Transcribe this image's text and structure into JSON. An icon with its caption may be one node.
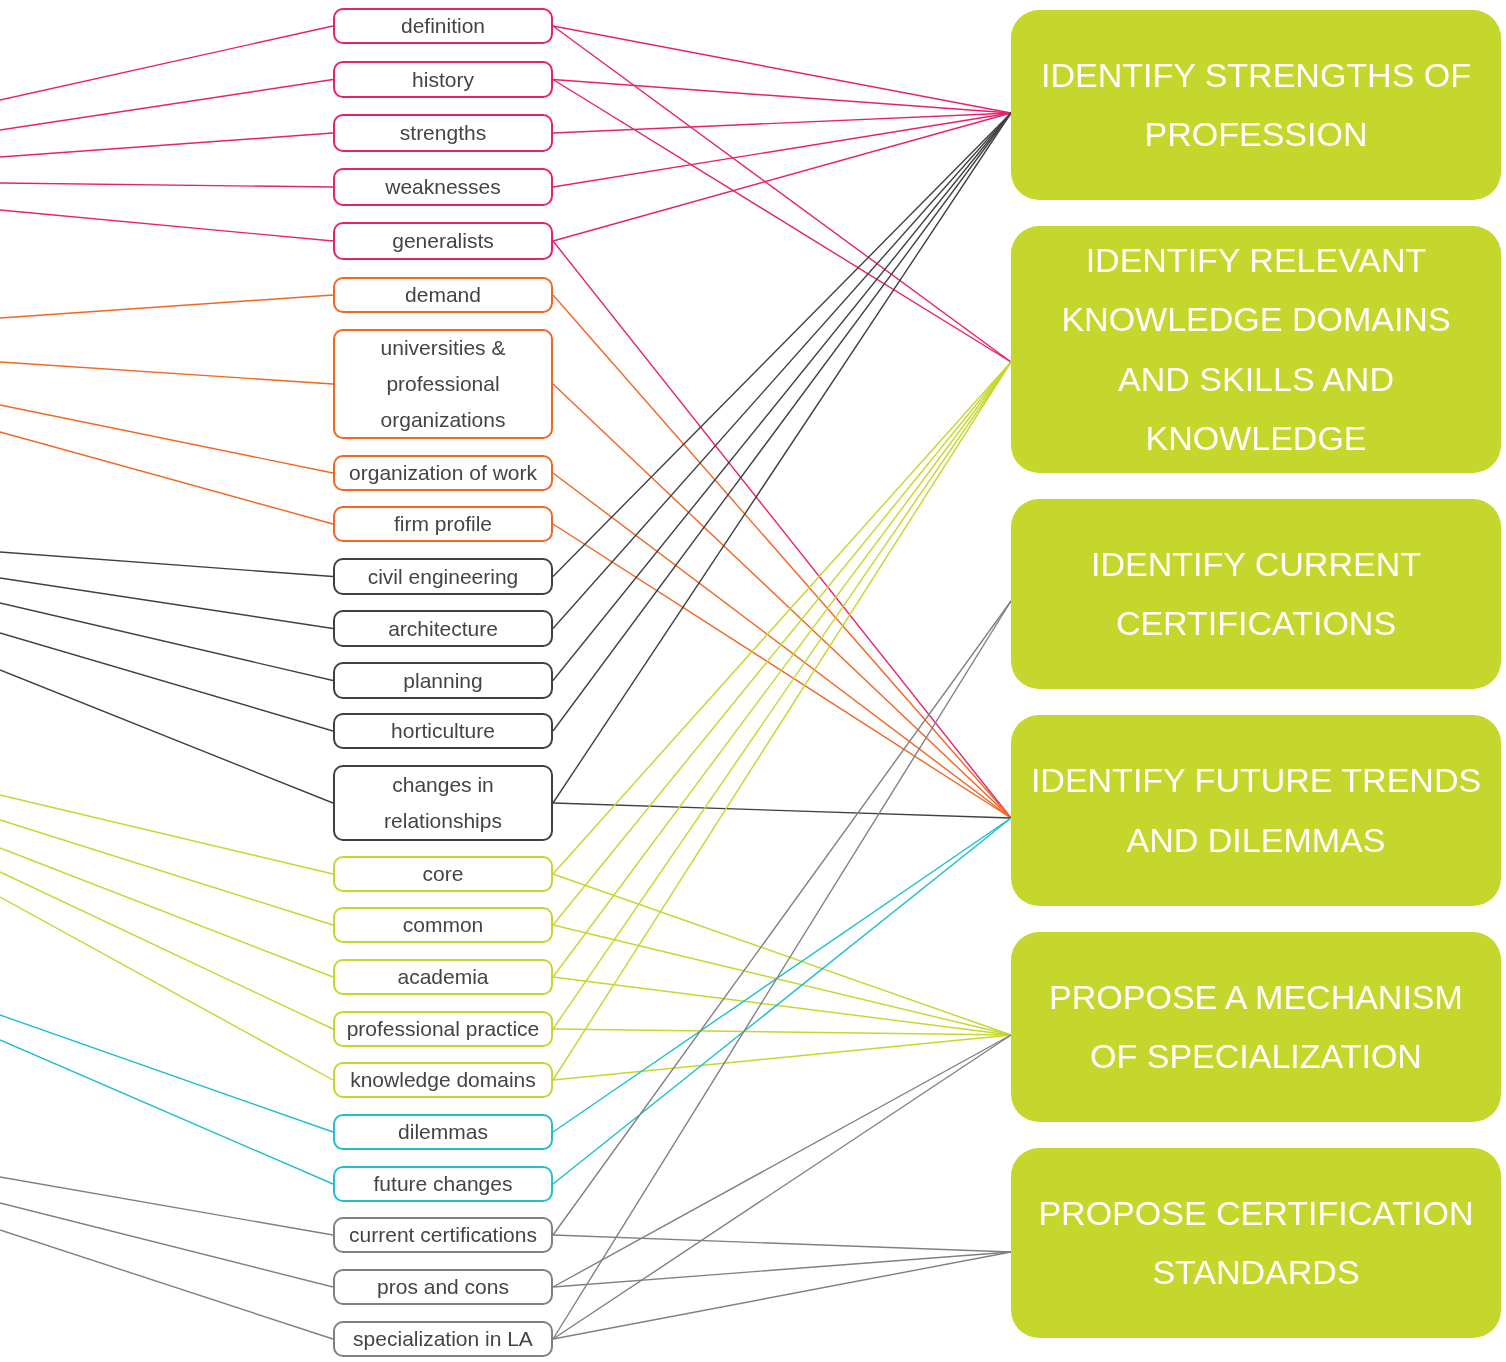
{
  "diagram": {
    "nodes": [
      {
        "text": [
          "definition"
        ]
      },
      {
        "text": [
          "history"
        ]
      },
      {
        "text": [
          "strengths"
        ]
      },
      {
        "text": [
          "weaknesses"
        ]
      },
      {
        "text": [
          "generalists"
        ]
      },
      {
        "text": [
          "demand"
        ]
      },
      {
        "text": [
          "universities & professional organizations"
        ]
      },
      {
        "text": [
          "organization of work"
        ]
      },
      {
        "text": [
          "firm profile"
        ]
      },
      {
        "text": [
          "civil engineering"
        ]
      },
      {
        "text": [
          "architecture"
        ]
      },
      {
        "text": [
          "planning"
        ]
      },
      {
        "text": [
          "horticulture"
        ]
      },
      {
        "text": [
          "changes in relationships"
        ]
      },
      {
        "text": [
          "core"
        ]
      },
      {
        "text": [
          "common"
        ]
      },
      {
        "text": [
          "academia"
        ]
      },
      {
        "text": [
          "professional practice"
        ]
      },
      {
        "text": [
          "knowledge domains"
        ]
      },
      {
        "text": [
          "dilemmas"
        ]
      },
      {
        "text": [
          "future changes"
        ]
      },
      {
        "text": [
          "current certifications"
        ]
      },
      {
        "text": [
          "pros and cons"
        ]
      },
      {
        "text": [
          "specialization in LA"
        ]
      },
      {
        "text": [
          "IDENTIFY STRENGTHS OF PROFESSION"
        ]
      },
      {
        "text": [
          "IDENTIFY RELEVANT KNOWLEDGE DOMAINS AND SKILLS AND KNOWLEDGE"
        ]
      },
      {
        "text": [
          "IDENTIFY CURRENT CERTIFICATIONS"
        ]
      },
      {
        "text": [
          "IDENTIFY FUTURE TRENDS AND DILEMMAS"
        ]
      },
      {
        "text": [
          "PROPOSE A MECHANISM OF SPECIALIZATION"
        ]
      },
      {
        "text": [
          "PROPOSE CERTIFICATION STANDARDS"
        ]
      }
    ],
    "edges": [
      {
        "from": null,
        "to": 0,
        "arrow": "none",
        "color": "#e8206e"
      },
      {
        "from": 0,
        "to": 24,
        "arrow": "none",
        "color": "#e8206e"
      },
      {
        "from": 0,
        "to": 25,
        "arrow": "none",
        "color": "#e8206e"
      },
      {
        "from": null,
        "to": 1,
        "arrow": "none",
        "color": "#e8206e"
      },
      {
        "from": 1,
        "to": 24,
        "arrow": "none",
        "color": "#e8206e"
      },
      {
        "from": 1,
        "to": 25,
        "arrow": "none",
        "color": "#e8206e"
      },
      {
        "from": null,
        "to": 2,
        "arrow": "none",
        "color": "#e8206e"
      },
      {
        "from": 2,
        "to": 24,
        "arrow": "none",
        "color": "#e8206e"
      },
      {
        "from": null,
        "to": 3,
        "arrow": "none",
        "color": "#e8206e"
      },
      {
        "from": 3,
        "to": 24,
        "arrow": "none",
        "color": "#e8206e"
      },
      {
        "from": null,
        "to": 4,
        "arrow": "none",
        "color": "#e8206e"
      },
      {
        "from": 4,
        "to": 24,
        "arrow": "none",
        "color": "#e8206e"
      },
      {
        "from": 4,
        "to": 27,
        "arrow": "none",
        "color": "#e8206e"
      },
      {
        "from": null,
        "to": 5,
        "arrow": "none",
        "color": "#f26522"
      },
      {
        "from": 5,
        "to": 27,
        "arrow": "none",
        "color": "#f26522"
      },
      {
        "from": null,
        "to": 6,
        "arrow": "none",
        "color": "#f26522"
      },
      {
        "from": 6,
        "to": 27,
        "arrow": "none",
        "color": "#f26522"
      },
      {
        "from": null,
        "to": 7,
        "arrow": "none",
        "color": "#f26522"
      },
      {
        "from": 7,
        "to": 27,
        "arrow": "none",
        "color": "#f26522"
      },
      {
        "from": null,
        "to": 8,
        "arrow": "none",
        "color": "#f26522"
      },
      {
        "from": 8,
        "to": 27,
        "arrow": "none",
        "color": "#f26522"
      },
      {
        "from": null,
        "to": 9,
        "arrow": "none",
        "color": "#404040"
      },
      {
        "from": 9,
        "to": 24,
        "arrow": "none",
        "color": "#404040"
      },
      {
        "from": null,
        "to": 10,
        "arrow": "none",
        "color": "#404040"
      },
      {
        "from": 10,
        "to": 24,
        "arrow": "none",
        "color": "#404040"
      },
      {
        "from": null,
        "to": 11,
        "arrow": "none",
        "color": "#404040"
      },
      {
        "from": 11,
        "to": 24,
        "arrow": "none",
        "color": "#404040"
      },
      {
        "from": null,
        "to": 12,
        "arrow": "none",
        "color": "#404040"
      },
      {
        "from": 12,
        "to": 24,
        "arrow": "none",
        "color": "#404040"
      },
      {
        "from": null,
        "to": 13,
        "arrow": "none",
        "color": "#404040"
      },
      {
        "from": 13,
        "to": 24,
        "arrow": "none",
        "color": "#404040"
      },
      {
        "from": 13,
        "to": 27,
        "arrow": "none",
        "color": "#404040"
      },
      {
        "from": null,
        "to": 14,
        "arrow": "none",
        "color": "#c5d62c"
      },
      {
        "from": 14,
        "to": 25,
        "arrow": "none",
        "color": "#c5d62c"
      },
      {
        "from": 14,
        "to": 28,
        "arrow": "none",
        "color": "#c5d62c"
      },
      {
        "from": null,
        "to": 15,
        "arrow": "none",
        "color": "#c5d62c"
      },
      {
        "from": 15,
        "to": 25,
        "arrow": "none",
        "color": "#c5d62c"
      },
      {
        "from": 15,
        "to": 28,
        "arrow": "none",
        "color": "#c5d62c"
      },
      {
        "from": null,
        "to": 16,
        "arrow": "none",
        "color": "#c5d62c"
      },
      {
        "from": 16,
        "to": 25,
        "arrow": "none",
        "color": "#c5d62c"
      },
      {
        "from": 16,
        "to": 28,
        "arrow": "none",
        "color": "#c5d62c"
      },
      {
        "from": null,
        "to": 17,
        "arrow": "none",
        "color": "#c5d62c"
      },
      {
        "from": 17,
        "to": 25,
        "arrow": "none",
        "color": "#c5d62c"
      },
      {
        "from": 17,
        "to": 28,
        "arrow": "none",
        "color": "#c5d62c"
      },
      {
        "from": null,
        "to": 18,
        "arrow": "none",
        "color": "#c5d62c"
      },
      {
        "from": 18,
        "to": 25,
        "arrow": "none",
        "color": "#c5d62c"
      },
      {
        "from": 18,
        "to": 28,
        "arrow": "none",
        "color": "#c5d62c"
      },
      {
        "from": null,
        "to": 19,
        "arrow": "none",
        "color": "#1fbfcc"
      },
      {
        "from": 19,
        "to": 27,
        "arrow": "none",
        "color": "#1fbfcc"
      },
      {
        "from": null,
        "to": 20,
        "arrow": "none",
        "color": "#1fbfcc"
      },
      {
        "from": 20,
        "to": 27,
        "arrow": "none",
        "color": "#1fbfcc"
      },
      {
        "from": null,
        "to": 21,
        "arrow": "none",
        "color": "#808080"
      },
      {
        "from": 21,
        "to": 26,
        "arrow": "none",
        "color": "#808080"
      },
      {
        "from": 21,
        "to": 29,
        "arrow": "none",
        "color": "#808080"
      },
      {
        "from": null,
        "to": 22,
        "arrow": "none",
        "color": "#808080"
      },
      {
        "from": 22,
        "to": 28,
        "arrow": "none",
        "color": "#808080"
      },
      {
        "from": 22,
        "to": 29,
        "arrow": "none",
        "color": "#808080"
      },
      {
        "from": null,
        "to": 23,
        "arrow": "none",
        "color": "#808080"
      },
      {
        "from": 23,
        "to": 26,
        "arrow": "none",
        "color": "#808080"
      },
      {
        "from": 23,
        "to": 28,
        "arrow": "none",
        "color": "#808080"
      },
      {
        "from": 23,
        "to": 29,
        "arrow": "none",
        "color": "#808080"
      }
    ]
  }
}
